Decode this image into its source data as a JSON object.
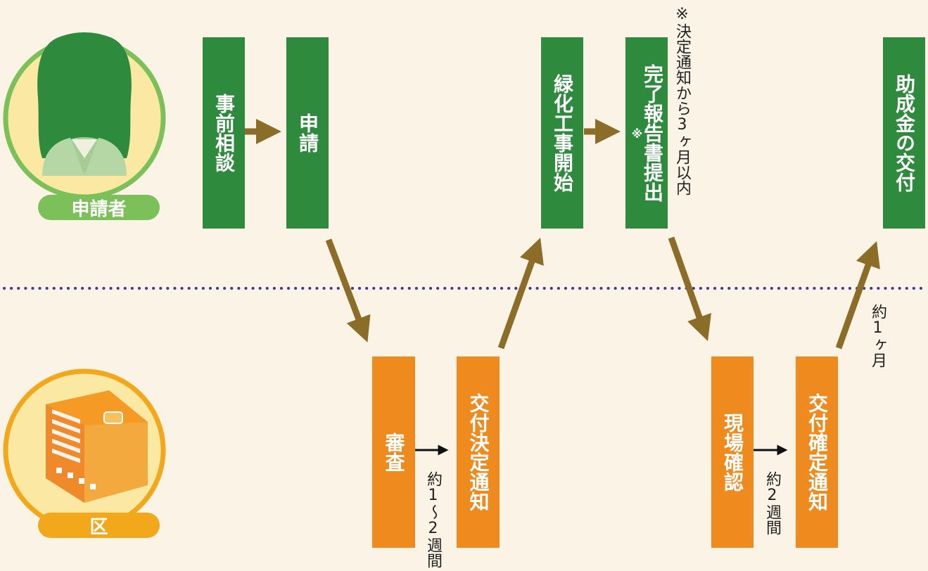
{
  "actors": {
    "applicant": {
      "label": "申請者"
    },
    "ward": {
      "label": "区"
    }
  },
  "steps": {
    "consult": "事前相談",
    "apply": "申請",
    "start_work": "緑化工事開始",
    "report": "完了報告書提出",
    "report_mark": "※",
    "grant": "助成金の交付",
    "review": "審査",
    "decision": "交付決定通知",
    "site_check": "現場確認",
    "final": "交付確定通知"
  },
  "notes": {
    "report_deadline": "※決定通知から3ヶ月以内",
    "review_time": "約1〜2週間",
    "check_time": "約2週間",
    "grant_time": "約1ヶ月"
  },
  "colors": {
    "applicant_step": "#2e8b3e",
    "ward_step": "#ee8a1e",
    "flow_arrow": "#8c6d28",
    "divider": "#3b3a8f"
  }
}
